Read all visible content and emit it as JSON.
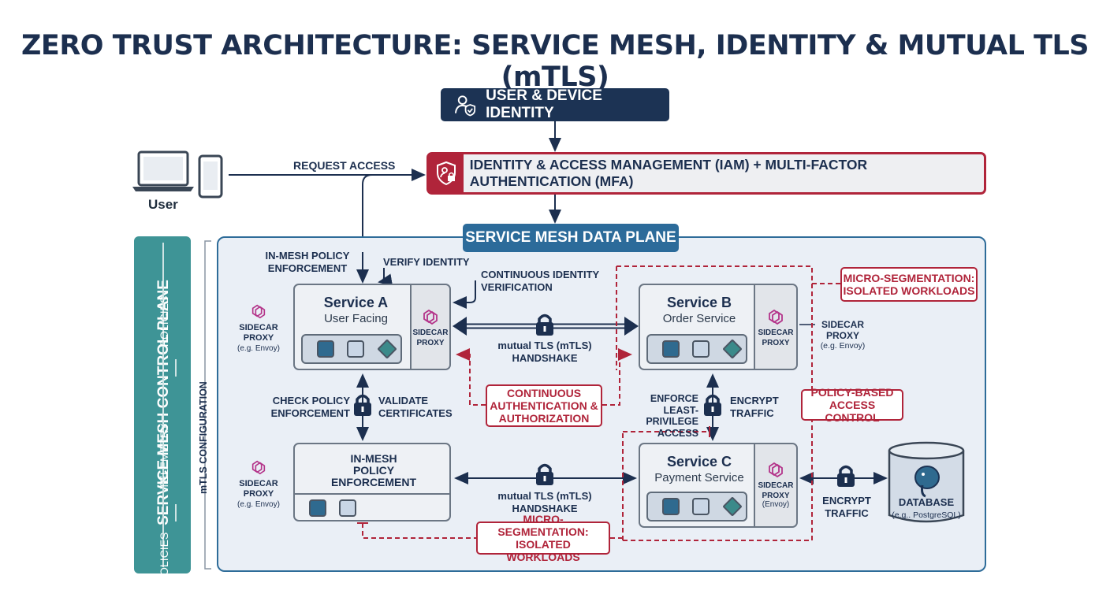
{
  "title": "ZERO TRUST ARCHITECTURE: SERVICE MESH, IDENTITY & MUTUAL TLS (mTLS)",
  "user_device_identity": {
    "label": "USER & DEVICE IDENTITY",
    "icon": "user-shield-icon"
  },
  "iam": {
    "label": "IDENTITY & ACCESS MANAGEMENT (IAM) + MULTI-FACTOR AUTHENTICATION (MFA)",
    "icon": "shield-lock-icon"
  },
  "user": {
    "label": "User",
    "icons": [
      "laptop-icon",
      "phone-icon"
    ]
  },
  "request_access": "REQUEST ACCESS",
  "control_plane": {
    "title": "SERVICE MESH CONTROL PLANE",
    "policies": "POLICIES",
    "telemetry": "TELEMETRY",
    "policies2": "POLICIES",
    "mtls_config": "mTLS CONFIGURATION"
  },
  "data_plane": {
    "title": "SERVICE MESH DATA PLANE"
  },
  "services": {
    "a": {
      "name": "Service A",
      "sub": "User Facing",
      "proxy": "SIDECAR PROXY"
    },
    "b": {
      "name": "Service B",
      "sub": "Order Service",
      "proxy": "SIDECAR PROXY"
    },
    "c": {
      "name": "Service C",
      "sub": "Payment Service",
      "proxy": "SIDECAR PROXY",
      "proxy_sub": "(Envoy)"
    },
    "d": {
      "name1": "IN-MESH",
      "name2": "POLICY",
      "name3": "ENFORCEMENT"
    }
  },
  "labels": {
    "in_mesh_policy": "IN-MESH POLICY\nENFORCEMENT",
    "verify_identity": "VERIFY IDENTITY",
    "continuous_identity": "CONTINUOUS IDENTITY\nVERIFICATION",
    "mtls_handshake_top": "mutual TLS (mTLS)\nHANDSHAKE",
    "mtls_handshake_bottom": "mutual TLS (mTLS)\nHANDSHAKE",
    "check_policy": "CHECK POLICY\nENFORCEMENT",
    "validate_certs": "VALIDATE\nCERTIFICATES",
    "enforce_lp": "ENFORCE\nLEAST-PRIVILEGE\nACCESS",
    "encrypt_traffic": "ENCRYPT\nTRAFFIC",
    "encrypt_traffic_db": "ENCRYPT\nTRAFFIC",
    "sidecar_left_1": "SIDECAR\nPROXY",
    "sidecar_left_1_sub": "(e.g. Envoy)",
    "sidecar_left_2": "SIDECAR\nPROXY",
    "sidecar_left_2_sub": "(e.g. Envoy)",
    "sidecar_right": "SIDECAR\nPROXY",
    "sidecar_right_sub": "(e.g. Envoy)"
  },
  "red_boxes": {
    "micro_top": "MICRO-SEGMENTATION:\nISOLATED WORKLOADS",
    "continuous_auth": "CONTINUOUS\nAUTHENTICATION &\nAUTHORIZATION",
    "policy_based": "POLICY-BASED\nACCESS CONTROL",
    "micro_bottom": "MICRO-SEGMENTATION:\nISOLATED WORKLOADS"
  },
  "database": {
    "label": "DATABASE",
    "sub": "(e.g.. PostgreSQL)",
    "icon": "elephant-icon"
  },
  "colors": {
    "navy": "#1c3354",
    "red": "#b0243a",
    "teal": "#3e9496",
    "blue": "#2c6b9a",
    "purple": "#b4348a"
  }
}
